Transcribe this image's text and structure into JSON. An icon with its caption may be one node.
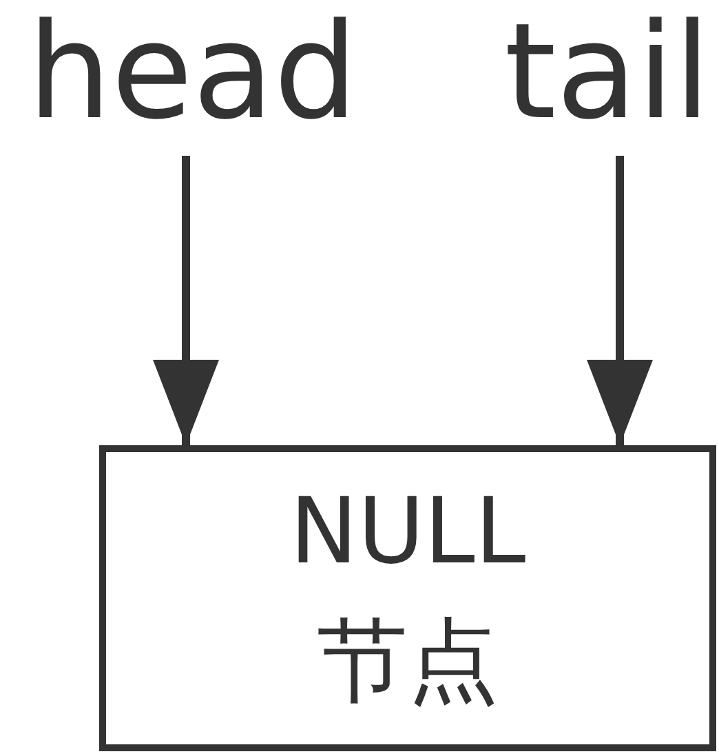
{
  "diagram": {
    "nodes": [
      {
        "text": [
          "head"
        ]
      },
      {
        "text": [
          "tail"
        ]
      },
      {
        "text": [
          "NULL",
          "节点"
        ]
      }
    ],
    "edges": [
      {
        "from": 0,
        "to": 2,
        "arrow": "to"
      },
      {
        "from": 1,
        "to": 2,
        "arrow": "to"
      }
    ]
  }
}
